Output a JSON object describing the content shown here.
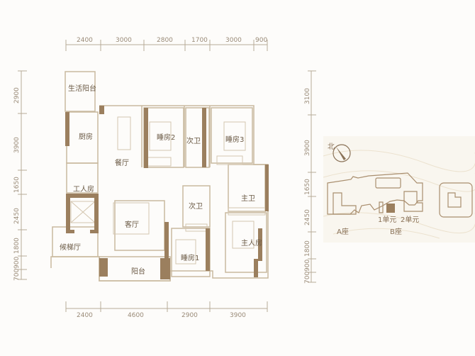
{
  "colors": {
    "background": "#fdfcfa",
    "wall_solid": "#9b7f5e",
    "wall_line": "#c9b99f",
    "dim_line": "#b8ab98",
    "text": "#6b5a45",
    "site_bg": "#f6f1e6"
  },
  "dimensions": {
    "top": [
      "2400",
      "3000",
      "2800",
      "1700",
      "3000",
      "900"
    ],
    "bottom": [
      "2400",
      "4600",
      "2900",
      "3900"
    ],
    "left": [
      "2900",
      "3900",
      "1650",
      "2450",
      "1800",
      "900",
      "700"
    ],
    "right": [
      "3100",
      "3900",
      "1650",
      "2450",
      "1800",
      "900",
      "700"
    ]
  },
  "rooms": {
    "utility_balcony": "生活阳台",
    "kitchen": "厨房",
    "dining": "餐厅",
    "bedroom2": "睡房2",
    "bath_secondary_top": "次卫",
    "bedroom3": "睡房3",
    "maid_room": "工人房",
    "master_bath": "主卫",
    "bath_secondary_mid": "次卫",
    "living": "客厅",
    "elevator_lobby": "候梯厅",
    "bedroom1": "睡房1",
    "master_bedroom": "主人房",
    "balcony": "阳台"
  },
  "site_plan": {
    "north_label": "北",
    "building_a": "A座",
    "building_b": "B座",
    "unit1": "1单元",
    "unit2": "2单元"
  }
}
